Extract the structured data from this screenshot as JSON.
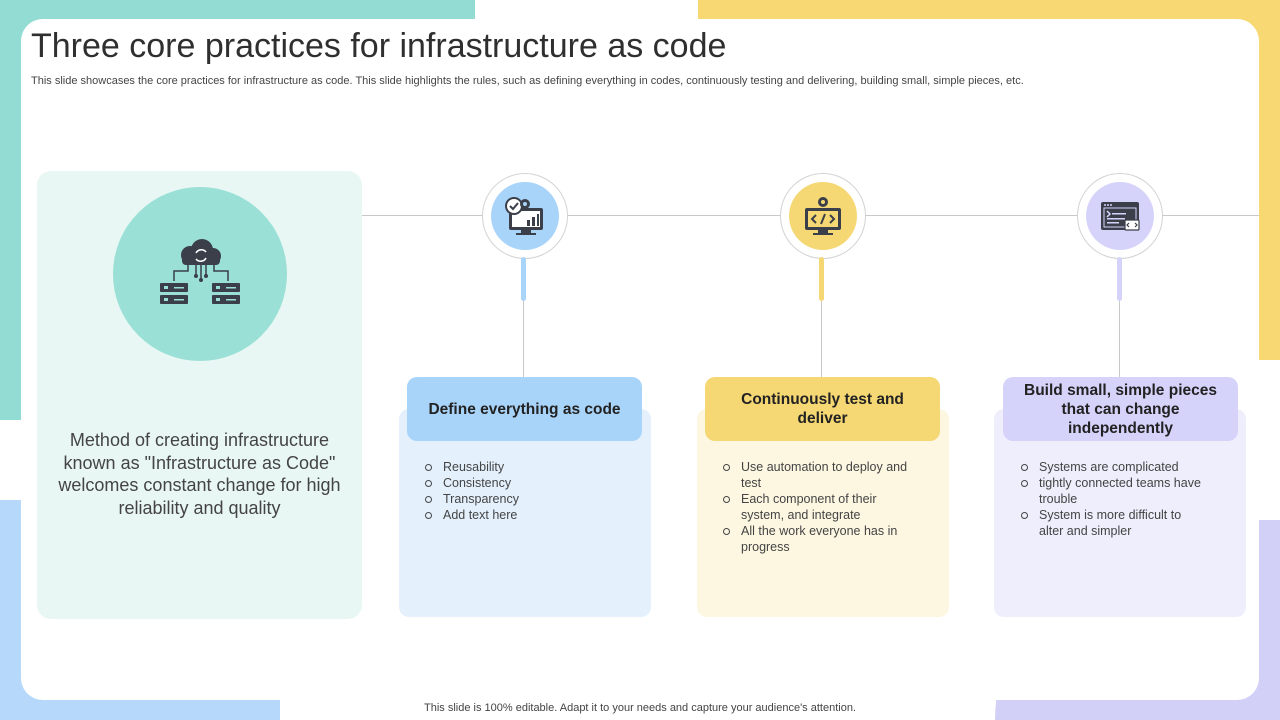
{
  "slide": {
    "title": "Three core practices for infrastructure as code",
    "subtitle": "This slide showcases the core practices for infrastructure as code. This slide highlights the rules, such as defining everything in codes, continuously testing and delivering, building small, simple pieces, etc.",
    "footer": "This slide is 100% editable. Adapt it to your needs and capture your audience's attention."
  },
  "left_panel": {
    "icon": "cloud-network-servers-icon",
    "text": "Method of creating infrastructure known as \"Infrastructure as Code\" welcomes constant change for high reliability and quality"
  },
  "practices": [
    {
      "icon": "monitor-gear-chart-icon",
      "color": "#a9d4fa",
      "card_color": "#e4f1fd",
      "title": "Define everything as code",
      "bullets": [
        "Reusability",
        "Consistency",
        "Transparency",
        "Add text here"
      ]
    },
    {
      "icon": "code-monitor-gear-icon",
      "color": "#f5d873",
      "card_color": "#fdf7e2",
      "title": "Continuously test and deliver",
      "bullets": [
        "Use automation to deploy and test",
        "Each component of their system, and integrate",
        "All the work everyone has in progress"
      ]
    },
    {
      "icon": "code-window-icon",
      "color": "#d6d3fb",
      "card_color": "#eeeefc",
      "title": "Build small, simple pieces that can change independently",
      "bullets": [
        "Systems are complicated",
        "tightly connected teams have trouble",
        "System is more difficult to alter and simpler"
      ]
    }
  ]
}
